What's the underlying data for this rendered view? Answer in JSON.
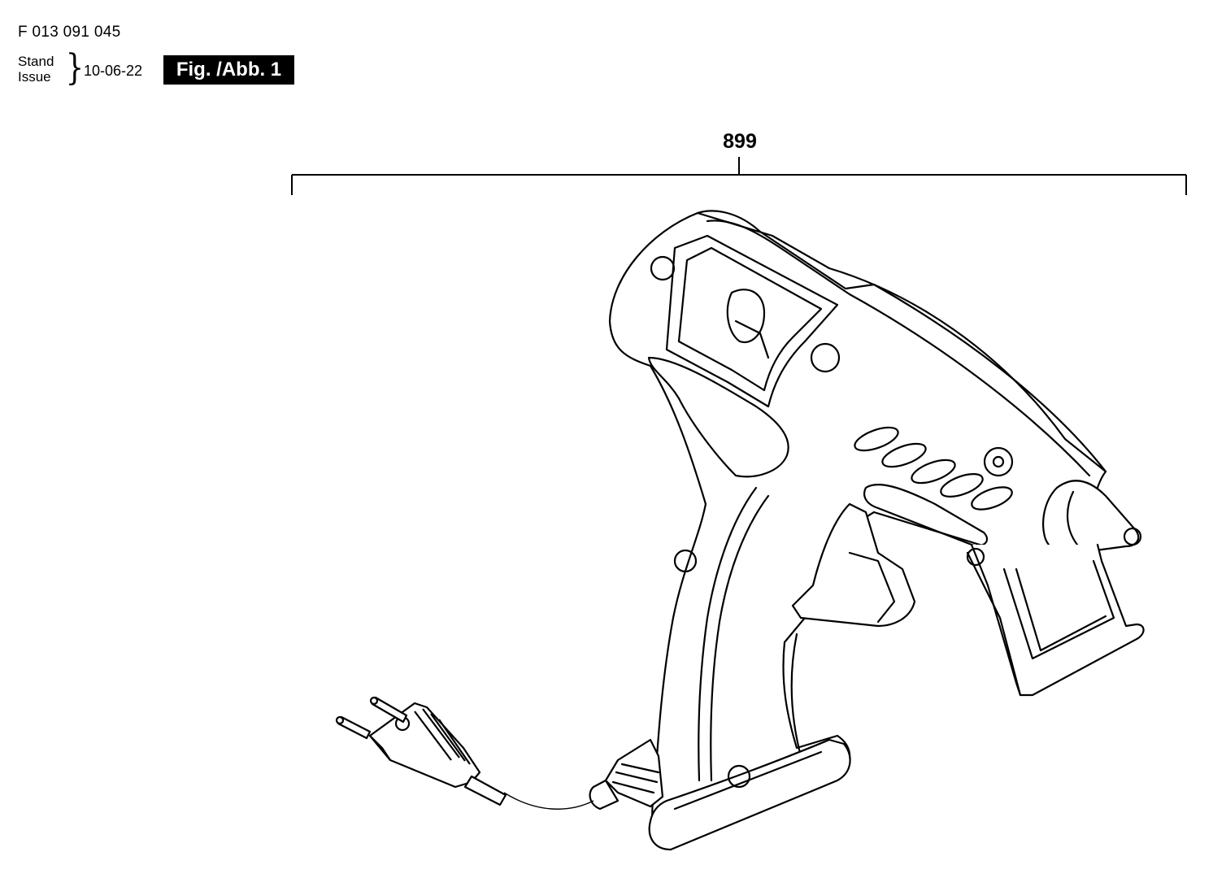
{
  "header": {
    "part_number": "F 013 091 045",
    "stand_label": "Stand",
    "issue_label": "Issue",
    "date": "10-06-22",
    "figure_label": "Fig. /Abb. 1"
  },
  "diagram": {
    "callout_number": "899",
    "subject_icon": "hot-glue-gun-icon",
    "plug_icon": "power-plug-icon"
  }
}
